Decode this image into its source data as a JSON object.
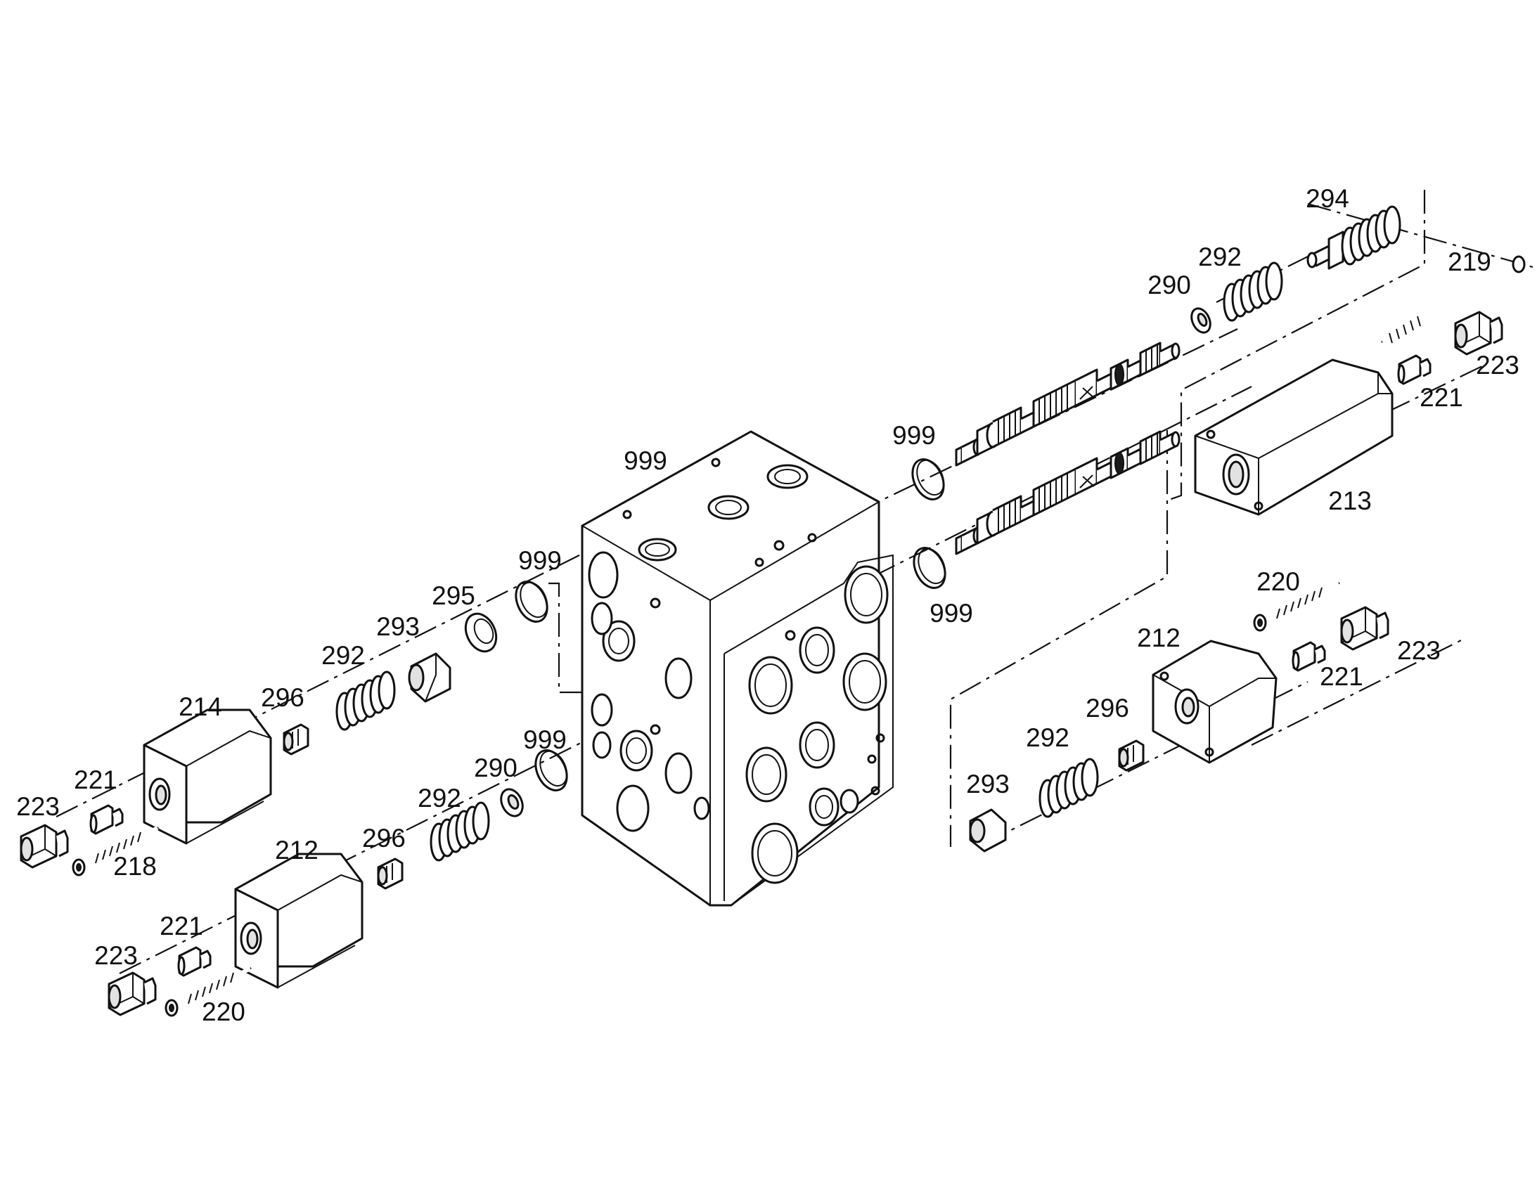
{
  "labels": {
    "block_main": "999",
    "oring_top_left": "999",
    "oring_bottom_left": "999",
    "oring_right_upper": "999",
    "oring_right_lower": "999",
    "p295": "295",
    "p293_left": "293",
    "p292_upper_left": "292",
    "p296_upper_left": "296",
    "p214": "214",
    "p221_upper_left": "221",
    "p223_upper_left": "223",
    "p218": "218",
    "p290_left": "290",
    "p292_lower_left": "292",
    "p296_lower_left": "296",
    "p212_left": "212",
    "p221_lower_left": "221",
    "p223_lower_left": "223",
    "p220_left": "220",
    "p294": "294",
    "p292_top_right": "292",
    "p290_right": "290",
    "p219": "219",
    "p223_top_right": "223",
    "p221_top_right": "221",
    "p213": "213",
    "p220_right": "220",
    "p212_right": "212",
    "p223_right": "223",
    "p221_right": "221",
    "p296_right": "296",
    "p292_right": "292",
    "p293_right": "293"
  },
  "icons": {
    "valve_block": "valve-block-icon",
    "spool": "spool-icon",
    "cover": "spring-cover-icon",
    "spring": "spring-icon",
    "oring": "o-ring-icon",
    "bolt": "bolt-icon",
    "plug": "plug-icon",
    "sleeve": "sleeve-icon"
  }
}
